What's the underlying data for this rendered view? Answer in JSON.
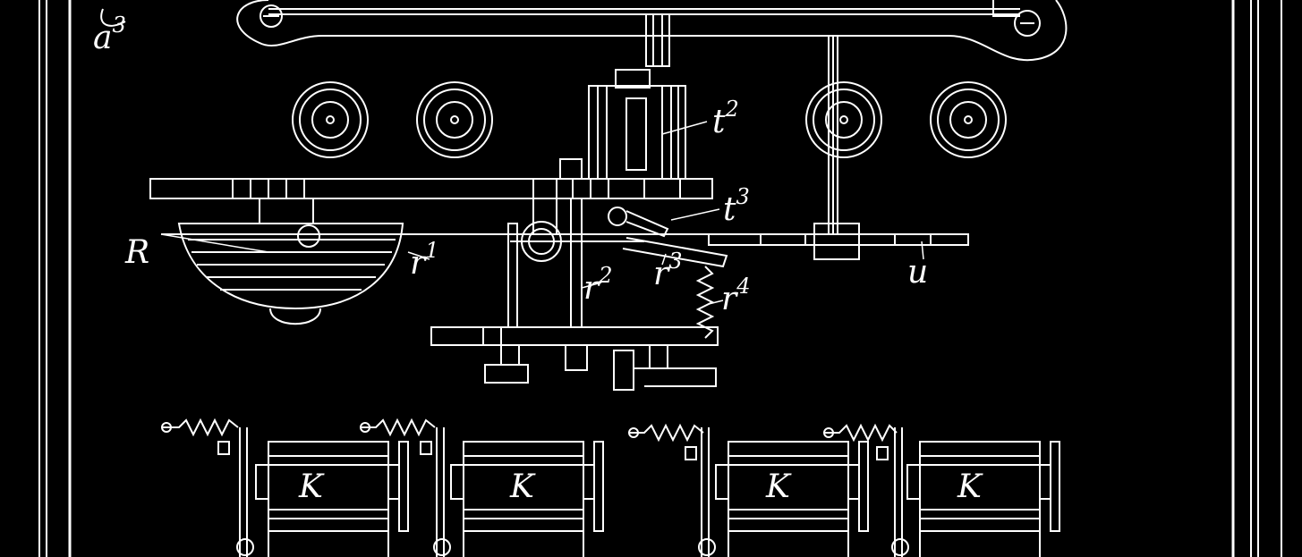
{
  "colors": {
    "background": "#000000",
    "ink": "#ffffff"
  },
  "labels": {
    "a3": {
      "base": "a",
      "sup": "3"
    },
    "t2": {
      "base": "t",
      "sup": "2"
    },
    "t3": {
      "base": "t",
      "sup": "3"
    },
    "R": {
      "base": "R"
    },
    "r1": {
      "base": "r",
      "sup": "1"
    },
    "r2": {
      "base": "r",
      "sup": "2"
    },
    "r3": {
      "base": "r",
      "sup": "3"
    },
    "r4": {
      "base": "r",
      "sup": "4"
    },
    "u": {
      "base": "u"
    },
    "K1": {
      "base": "K"
    },
    "K2": {
      "base": "K"
    },
    "K3": {
      "base": "K"
    },
    "K4": {
      "base": "K"
    }
  }
}
